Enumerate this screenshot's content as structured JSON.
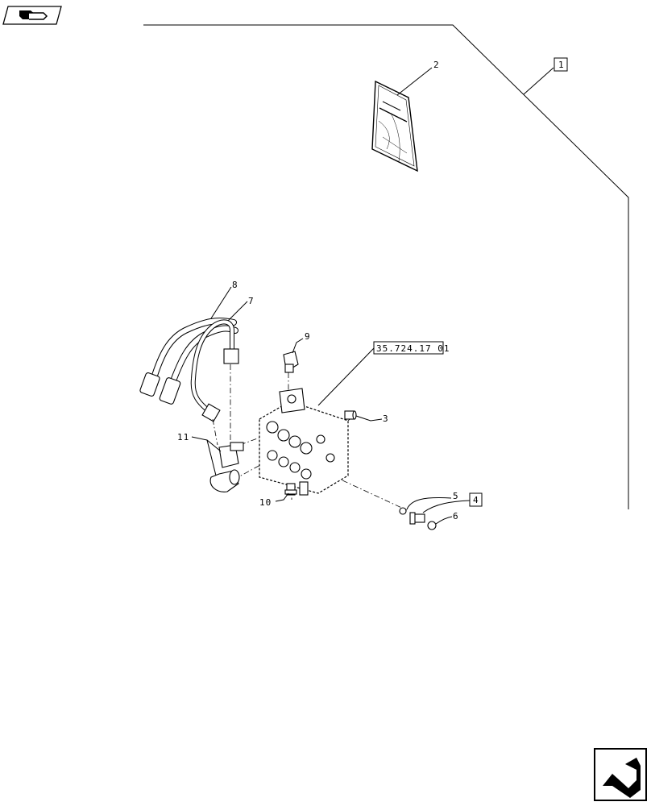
{
  "callouts": {
    "c1": "1",
    "c2": "2",
    "c3": "3",
    "c4": "4",
    "c5": "5",
    "c6": "6",
    "c7": "7",
    "c8": "8",
    "c9": "9",
    "c10": "10",
    "c11": "11",
    "reference": "35.724.17 01"
  },
  "icons": {
    "top_left": "previous-page-arrow-icon",
    "bottom_right": "next-page-arrow-icon"
  }
}
